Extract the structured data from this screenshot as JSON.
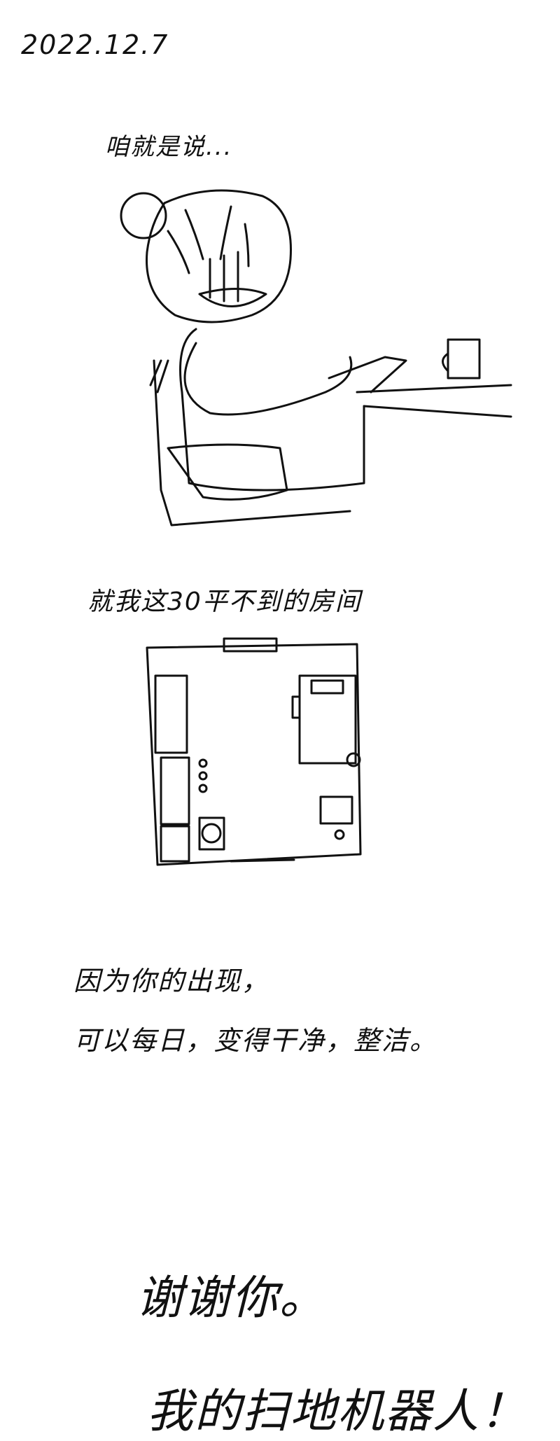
{
  "date": "2022.12.7",
  "panel1": {
    "caption": "咱就是说..."
  },
  "panel2": {
    "caption": "就我这30平不到的房间"
  },
  "panel3": {
    "line1": "因为你的出现，",
    "line2": "可以每日，变得干净，整洁。"
  },
  "panel4": {
    "thanks": "谢谢你。",
    "closing": "我的扫地机器人！"
  }
}
